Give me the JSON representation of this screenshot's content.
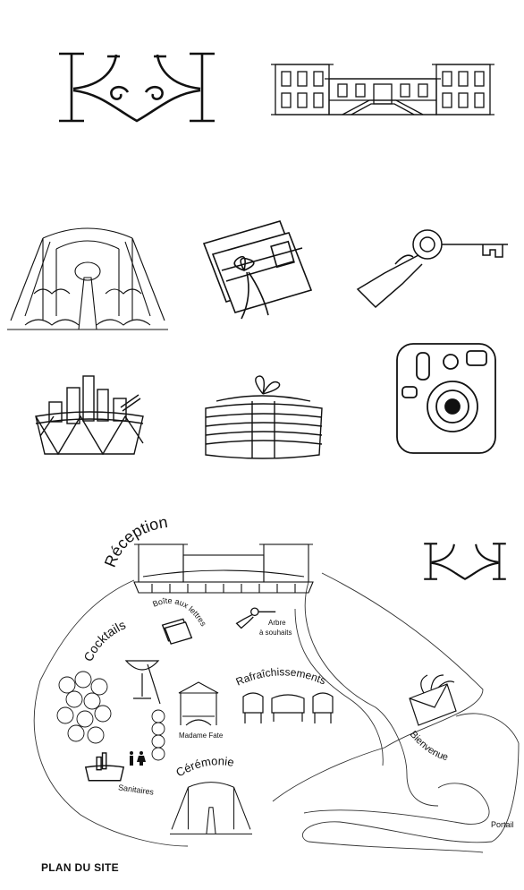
{
  "labels": {
    "reception": "Réception",
    "cocktails": "Cocktails",
    "boite": "Boîte aux lettres",
    "arbre_line1": "Arbre",
    "arbre_line2": "à souhaits",
    "rafraichissements": "Rafraîchissements",
    "madame_fate": "Madame Fate",
    "sanitaires": "Sanitaires",
    "ceremonie": "Cérémonie",
    "bienvenue": "Bienvenue",
    "portail": "Portail",
    "footer": "PLAN DU SITE"
  },
  "colors": {
    "ink": "#111111",
    "paper": "#ffffff"
  },
  "icons": [
    "kk-monogram-icon",
    "villa-icon",
    "arbor-icon",
    "letters-icon",
    "key-icon",
    "basket-icon",
    "newspaper-bundle-icon",
    "instant-camera-icon"
  ]
}
